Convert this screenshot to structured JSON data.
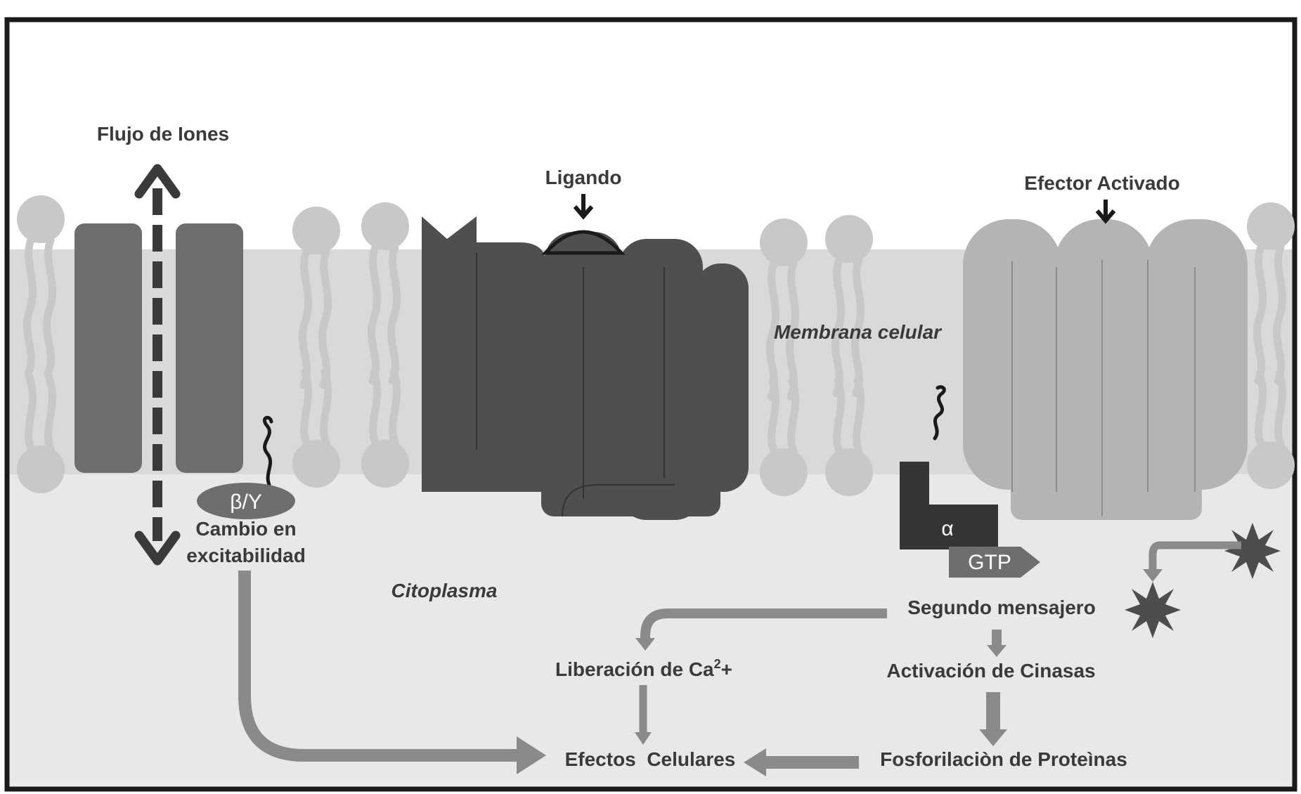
{
  "labels": {
    "ion_flow": "Flujo de Iones",
    "ligand": "Ligando",
    "activated_effector": "Efector Activado",
    "membrane": "Membrana celular",
    "cytoplasm": "Citoplasma",
    "beta_gamma": "β/Y",
    "excitability_line1": "Cambio en",
    "excitability_line2": "excitabilidad",
    "alpha": "α",
    "gtp": "GTP",
    "second_messenger": "Segundo mensajero",
    "ca_release_prefix": "Liberación de Ca",
    "ca_release_sup": "2",
    "ca_release_suffix": "+",
    "kinase_activation": "Activación de Cinasas",
    "cell_effects": "Efectos  Celulares",
    "protein_phosphorylation": "Fosforilaciòn de Proteìnas"
  },
  "colors": {
    "border": "#1a1a1a",
    "membrane_band": "#d9d9d9",
    "cytoplasm": "#e8e8e8",
    "lipid": "#c8c8c8",
    "ion_channel": "#6e6e6e",
    "receptor": "#4f4f4f",
    "effector": "#b4b4b4",
    "arrow": "#8a8a8a",
    "alpha_subunit": "#353535",
    "text": "#3a3a3a"
  }
}
